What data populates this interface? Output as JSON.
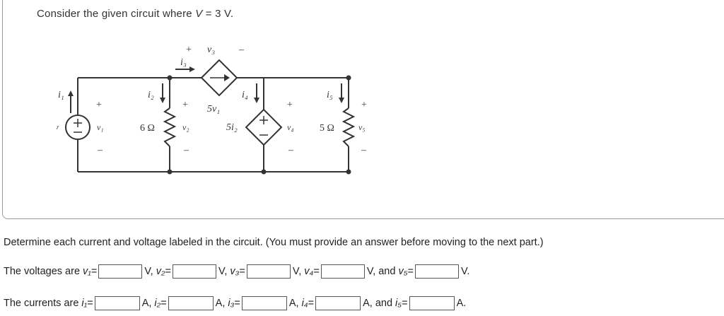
{
  "problem": {
    "prefix": "Consider the given circuit where ",
    "var": "V",
    "suffix": " = 3 V."
  },
  "circuit": {
    "source_label": "V",
    "labels": {
      "i1": "i₁",
      "i2": "i₂",
      "i3": "i₃",
      "i4": "i₄",
      "i5": "i₅",
      "v1": "v₁",
      "v2": "v₂",
      "v3": "v₃",
      "v4": "v₄",
      "v5": "v₅",
      "r2": "6 Ω",
      "r5": "5 Ω",
      "dep3": "5v₁",
      "dep4": "5i₂",
      "plus": "+",
      "minus": "–"
    }
  },
  "instructions": "Determine each current and voltage labeled in the circuit. (You must provide an answer before moving to the next part.)",
  "voltages": {
    "lead": "The voltages are ",
    "items": [
      {
        "sym": "v1",
        "eq": " = ",
        "unit": "V, ",
        "value": ""
      },
      {
        "sym": "v2",
        "eq": " = ",
        "unit": "V, ",
        "value": ""
      },
      {
        "sym": "v3",
        "eq": " = ",
        "unit": "V, ",
        "value": ""
      },
      {
        "sym": "v4",
        "eq": " = ",
        "unit": "V, and ",
        "value": ""
      },
      {
        "sym": "v5",
        "eq": " = ",
        "unit": "V.",
        "value": ""
      }
    ]
  },
  "currents": {
    "lead": "The currents are ",
    "items": [
      {
        "sym": "i1",
        "eq": " = ",
        "unit": "A, ",
        "value": ""
      },
      {
        "sym": "i2",
        "eq": " = ",
        "unit": "A, ",
        "value": ""
      },
      {
        "sym": "i3",
        "eq": " = ",
        "unit": "A, ",
        "value": ""
      },
      {
        "sym": "i4",
        "eq": " = ",
        "unit": "A, and ",
        "value": ""
      },
      {
        "sym": "i5",
        "eq": " = ",
        "unit": "A.",
        "value": ""
      }
    ]
  }
}
